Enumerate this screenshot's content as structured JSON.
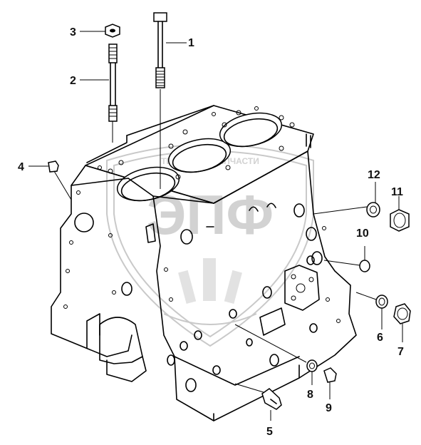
{
  "figure": {
    "callouts": [
      {
        "id": "1",
        "label": "1"
      },
      {
        "id": "2",
        "label": "2"
      },
      {
        "id": "3",
        "label": "3"
      },
      {
        "id": "4",
        "label": "4"
      },
      {
        "id": "5",
        "label": "5"
      },
      {
        "id": "6",
        "label": "6"
      },
      {
        "id": "7",
        "label": "7"
      },
      {
        "id": "8",
        "label": "8"
      },
      {
        "id": "9",
        "label": "9"
      },
      {
        "id": "10",
        "label": "10"
      },
      {
        "id": "11",
        "label": "11"
      },
      {
        "id": "12",
        "label": "12"
      }
    ]
  },
  "watermark": {
    "letters": "ЭПФ",
    "arc_text": "ТЕХНИКА И ЗАПЧАСТИ"
  }
}
